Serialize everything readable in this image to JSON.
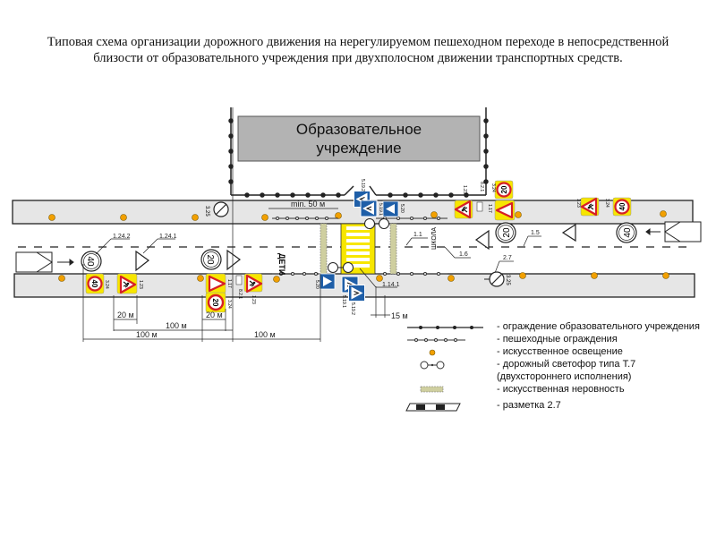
{
  "title": {
    "line1": "Типовая схема организации дорожного движения на нерегулируемом пешеходном переходе в непосредственной",
    "line2": "близости от образовательного учреждения при двухполосном движении транспортных средств."
  },
  "building": {
    "line1": "Образовательное",
    "line2": "учреждение"
  },
  "road_text": {
    "children": "ДЕТИ",
    "school": "ШКОЛА"
  },
  "dimensions": {
    "min50": "min. 50 м",
    "d20a": "20 м",
    "d20b": "20 м",
    "d100a": "100 м",
    "d100b": "100 м",
    "d100c": "100 м",
    "d15": "15 м"
  },
  "sign_values": {
    "s40": "40",
    "s20": "20"
  },
  "codes": {
    "c1242": "1.24.2",
    "c1241": "1.24.1",
    "c11": "1.1",
    "c15": "1.5",
    "c16": "1.6",
    "c27": "2.7",
    "c1141": "1.14.1",
    "c325": "3.25",
    "c324": "3.24",
    "c123": "1.23",
    "c117": "1.17",
    "c821": "8.2.1",
    "c520": "5.20",
    "c5191": "5.19.1",
    "c5192": "5.19.2"
  },
  "legend": [
    "- ограждение образовательного учреждения",
    "- пешеходные ограждения",
    "- искусственное освещение",
    "- дорожный светофор типа Т.7",
    " (двухстороннего исполнения)",
    "- искусственная неровность",
    "- разметка 2.7"
  ],
  "colors": {
    "sign_yellow": "#f7e600",
    "sign_red": "#d61f26",
    "sign_blue": "#1f5fa8",
    "lamp": "#f2a000",
    "sidewalk": "#e6e6e6",
    "building": "#b3b3b3"
  }
}
